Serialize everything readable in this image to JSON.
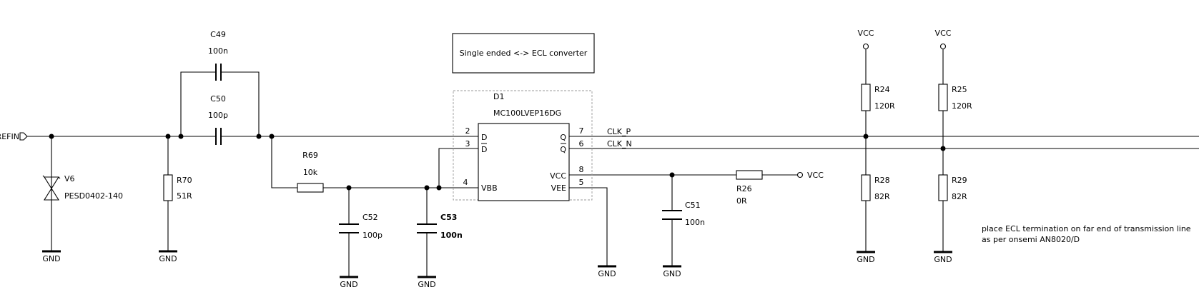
{
  "title_box": "Single ended <-> ECL converter",
  "ic": {
    "ref": "D1",
    "value": "MC100LVEP16DG",
    "pins": {
      "d_num": "2",
      "d_name": "D",
      "dn_num": "3",
      "dn_name": "D",
      "vbb_num": "4",
      "vbb_name": "VBB",
      "q_num": "7",
      "q_name": "Q",
      "qn_num": "6",
      "qn_name": "Q",
      "vcc_num": "8",
      "vcc_name": "VCC",
      "vee_num": "5",
      "vee_name": "VEE"
    }
  },
  "components": {
    "c49": {
      "ref": "C49",
      "value": "100n"
    },
    "c50": {
      "ref": "C50",
      "value": "100p"
    },
    "r69": {
      "ref": "R69",
      "value": "10k"
    },
    "r70": {
      "ref": "R70",
      "value": "51R"
    },
    "v6": {
      "ref": "V6",
      "value": "PESD0402-140"
    },
    "c52": {
      "ref": "C52",
      "value": "100p"
    },
    "c53": {
      "ref": "C53",
      "value": "100n"
    },
    "c51": {
      "ref": "C51",
      "value": "100n"
    },
    "r26": {
      "ref": "R26",
      "value": "0R"
    },
    "r24": {
      "ref": "R24",
      "value": "120R"
    },
    "r25": {
      "ref": "R25",
      "value": "120R"
    },
    "r28": {
      "ref": "R28",
      "value": "82R"
    },
    "r29": {
      "ref": "R29",
      "value": "82R"
    }
  },
  "nets": {
    "refin": "REFIN",
    "clk_p": "CLK_P",
    "clk_n": "CLK_N",
    "vcc": "VCC",
    "gnd": "GND"
  },
  "note_lines": [
    "place ECL termination on far end of transmission line",
    "as per onsemi AN8020/D"
  ]
}
